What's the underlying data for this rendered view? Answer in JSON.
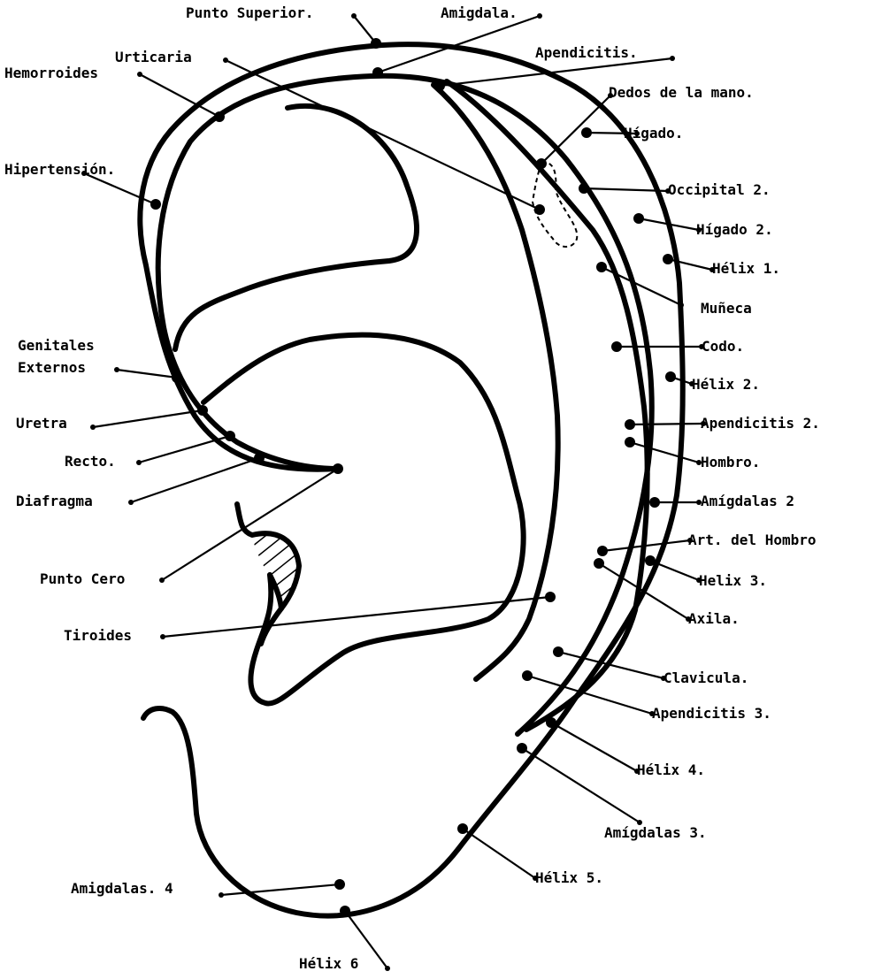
{
  "points": [
    {
      "id": "punto-superior",
      "text": "Punto Superior."
    },
    {
      "id": "amigdala",
      "text": "Amigdala."
    },
    {
      "id": "urticaria",
      "text": "Urticaria"
    },
    {
      "id": "apendicitis",
      "text": "Apendicitis."
    },
    {
      "id": "hemorroides",
      "text": "Hemorroides"
    },
    {
      "id": "dedos-de-la-mano",
      "text": "Dedos de la mano."
    },
    {
      "id": "higado",
      "text": "Hígado."
    },
    {
      "id": "hipertension",
      "text": "Hipertensión."
    },
    {
      "id": "occipital-2",
      "text": "Occipital 2."
    },
    {
      "id": "higado-2",
      "text": "Hígado 2."
    },
    {
      "id": "helix-1",
      "text": "Hélix 1."
    },
    {
      "id": "muneca",
      "text": "Muñeca"
    },
    {
      "id": "genitales-externos-1",
      "text": "Genitales"
    },
    {
      "id": "genitales-externos-2",
      "text": "Externos"
    },
    {
      "id": "codo",
      "text": "Codo."
    },
    {
      "id": "helix-2",
      "text": "Hélix 2."
    },
    {
      "id": "uretra",
      "text": "Uretra"
    },
    {
      "id": "apendicitis-2",
      "text": "Apendicitis 2."
    },
    {
      "id": "recto",
      "text": "Recto."
    },
    {
      "id": "hombro",
      "text": "Hombro."
    },
    {
      "id": "diafragma",
      "text": "Diafragma"
    },
    {
      "id": "amigdalas-2",
      "text": "Amígdalas 2"
    },
    {
      "id": "art-del-hombro",
      "text": "Art. del Hombro"
    },
    {
      "id": "punto-cero",
      "text": "Punto Cero"
    },
    {
      "id": "helix-3",
      "text": "Helix 3."
    },
    {
      "id": "axila",
      "text": "Axila."
    },
    {
      "id": "tiroides",
      "text": "Tiroides"
    },
    {
      "id": "clavicula",
      "text": "Clavicula."
    },
    {
      "id": "apendicitis-3",
      "text": "Apendicitis 3."
    },
    {
      "id": "helix-4",
      "text": "Hélix 4."
    },
    {
      "id": "amigdalas-3",
      "text": "Amígdalas 3."
    },
    {
      "id": "helix-5",
      "text": "Hélix 5."
    },
    {
      "id": "amigdalas-4",
      "text": "Amigdalas. 4"
    },
    {
      "id": "helix-6",
      "text": "Hélix 6"
    }
  ]
}
